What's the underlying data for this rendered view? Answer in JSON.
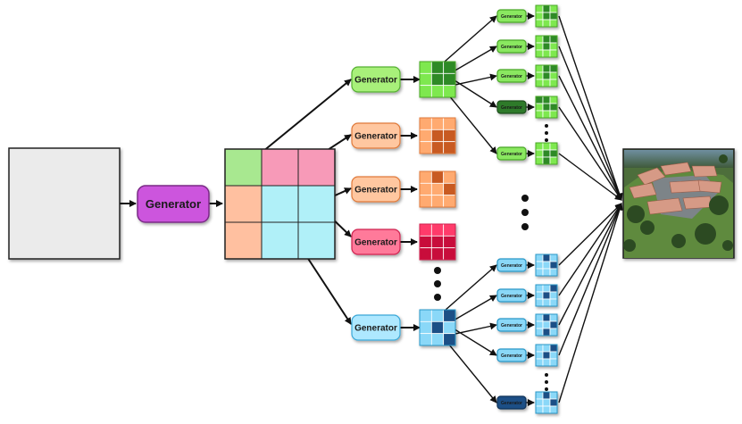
{
  "main_generator": {
    "label": "Generator",
    "fill": "#cc55dd",
    "stroke": "#7a2a86"
  },
  "level2": [
    {
      "label": "Generator",
      "fill": "#a8f07a",
      "stroke": "#55b030",
      "tile": "green"
    },
    {
      "label": "Generator",
      "fill": "#ffc7a0",
      "stroke": "#e07a3a",
      "tile": "orange"
    },
    {
      "label": "Generator",
      "fill": "#ffc7a0",
      "stroke": "#e07a3a",
      "tile": "orange2"
    },
    {
      "label": "Generator",
      "fill": "#ff7a9a",
      "stroke": "#d02050",
      "tile": "red"
    },
    {
      "label": "Generator",
      "fill": "#aee8ff",
      "stroke": "#3aa8d8",
      "tile": "blue"
    }
  ],
  "green_leaves": [
    {
      "label": "Generator",
      "fill": "#8ae860",
      "stroke": "#4aa828"
    },
    {
      "label": "Generator",
      "fill": "#8ae860",
      "stroke": "#4aa828"
    },
    {
      "label": "Generator",
      "fill": "#8ae860",
      "stroke": "#4aa828"
    },
    {
      "label": "Generator",
      "fill": "#2f7a2a",
      "stroke": "#1d4d1a"
    },
    {
      "label": "Generator",
      "fill": "#8ae860",
      "stroke": "#4aa828"
    }
  ],
  "blue_leaves": [
    {
      "label": "Generator",
      "fill": "#8ad8f8",
      "stroke": "#2a98c8"
    },
    {
      "label": "Generator",
      "fill": "#8ad8f8",
      "stroke": "#2a98c8"
    },
    {
      "label": "Generator",
      "fill": "#8ad8f8",
      "stroke": "#2a98c8"
    },
    {
      "label": "Generator",
      "fill": "#8ad8f8",
      "stroke": "#2a98c8"
    },
    {
      "label": "Generator",
      "fill": "#1c4f86",
      "stroke": "#0f3058"
    }
  ],
  "colors": {
    "input_box": "#ebebeb",
    "arrow": "#111111",
    "grid_green": "#a8e890",
    "grid_pink": "#f79ab8",
    "grid_orange": "#ffc0a0",
    "grid_blue": "#b0f0f8"
  }
}
